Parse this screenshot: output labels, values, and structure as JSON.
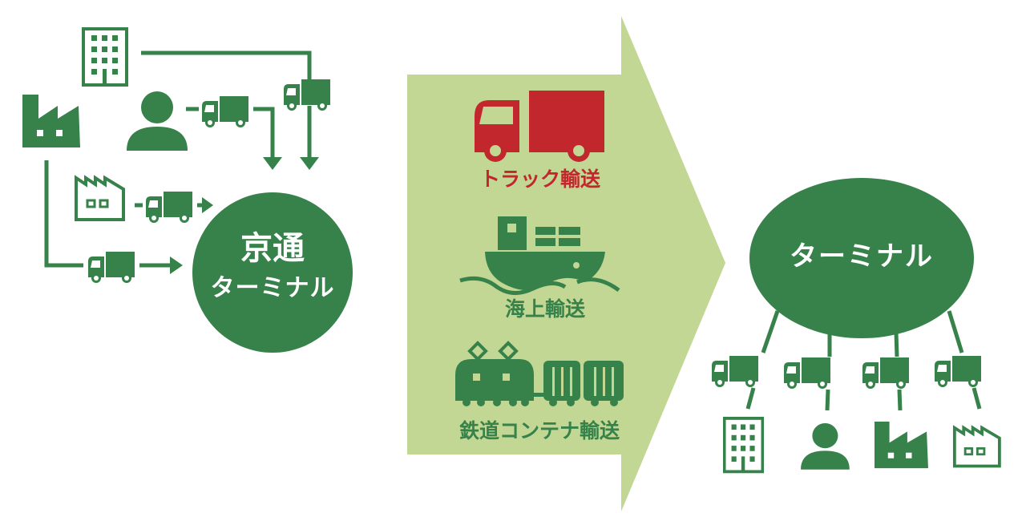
{
  "colors": {
    "primary_green": "#36824a",
    "arrow_green": "#c2d793",
    "truck_red": "#c1272d",
    "background": "#ffffff"
  },
  "left_section": {
    "terminal": {
      "line1": "京通",
      "line2": "ターミナル"
    },
    "sources": [
      {
        "icon": "office-building-icon"
      },
      {
        "icon": "factory-solid-icon"
      },
      {
        "icon": "person-icon"
      },
      {
        "icon": "factory-outline-icon"
      }
    ],
    "carrier_icon": "truck-icon"
  },
  "middle_section": {
    "modes": [
      {
        "label": "トラック輸送",
        "icon": "truck-icon",
        "color": "#c1272d"
      },
      {
        "label": "海上輸送",
        "icon": "ship-icon",
        "color": "#36824a"
      },
      {
        "label": "鉄道コンテナ輸送",
        "icon": "train-icon",
        "color": "#36824a"
      }
    ]
  },
  "right_section": {
    "terminal": {
      "label": "ターミナル"
    },
    "destinations": [
      {
        "icon": "office-building-icon"
      },
      {
        "icon": "person-icon"
      },
      {
        "icon": "factory-solid-icon"
      },
      {
        "icon": "factory-outline-icon"
      }
    ]
  }
}
